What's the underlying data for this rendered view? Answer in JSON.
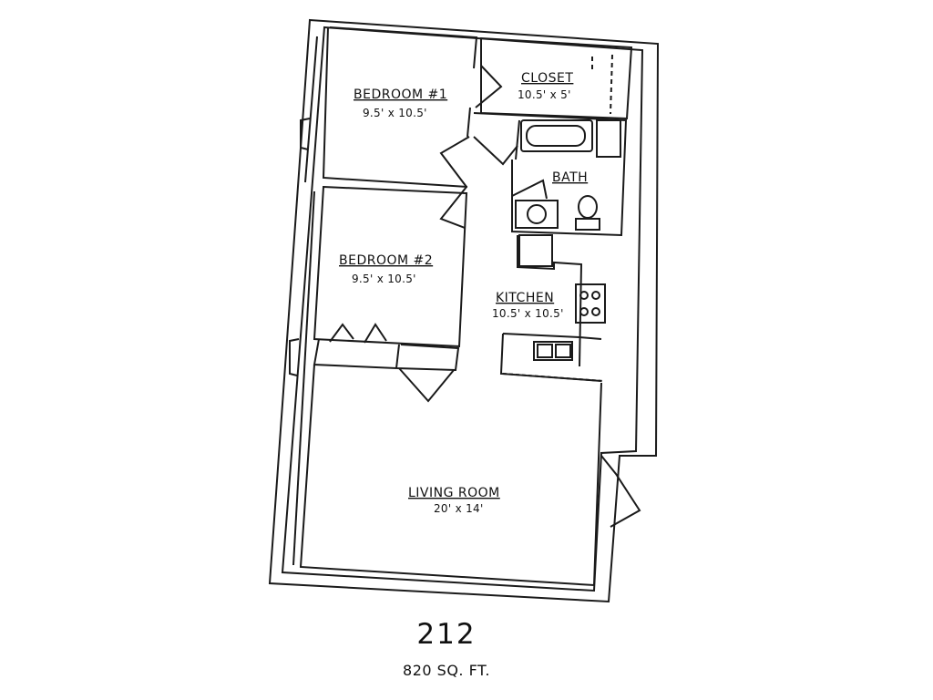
{
  "rooms": {
    "bedroom1": {
      "name": "BEDROOM #1",
      "size": "9.5' x 10.5'"
    },
    "closet": {
      "name": "CLOSET",
      "size": "10.5' x 5'"
    },
    "bath": {
      "name": "BATH"
    },
    "bedroom2": {
      "name": "BEDROOM #2",
      "size": "9.5' x 10.5'"
    },
    "kitchen": {
      "name": "KITCHEN",
      "size": "10.5' x 10.5'"
    },
    "living": {
      "name": "LIVING ROOM",
      "size": "20' x 14'"
    }
  },
  "unit": {
    "number": "212",
    "area": "820 SQ. FT."
  },
  "colors": {
    "line": "#1a1a1a",
    "background": "#ffffff"
  }
}
